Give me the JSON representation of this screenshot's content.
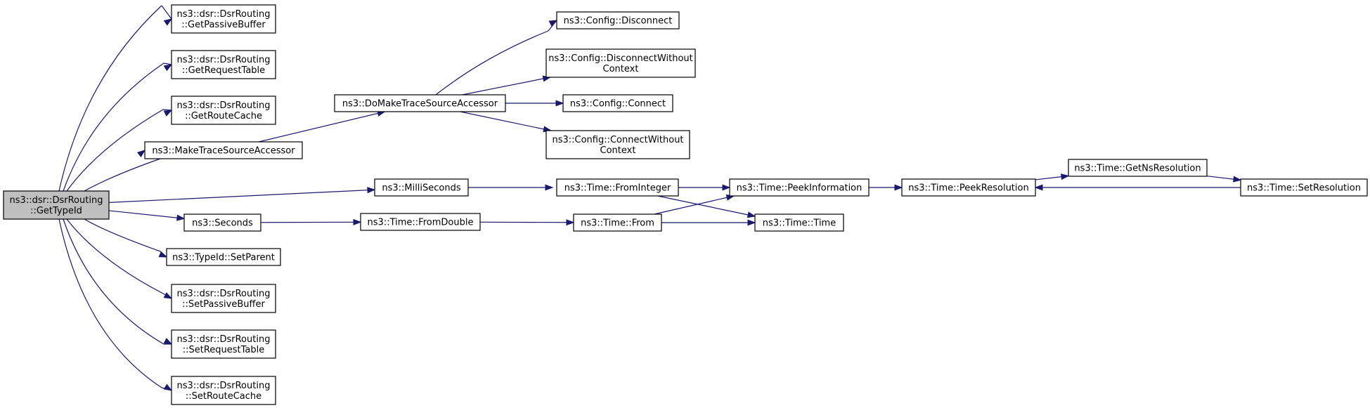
{
  "nodes": [
    {
      "id": "root",
      "lines": [
        "ns3::dsr::DsrRouting",
        "::GetTypeId"
      ],
      "root": true
    },
    {
      "id": "getPassiveBuffer",
      "lines": [
        "ns3::dsr::DsrRouting",
        "::GetPassiveBuffer"
      ]
    },
    {
      "id": "getRequestTable",
      "lines": [
        "ns3::dsr::DsrRouting",
        "::GetRequestTable"
      ]
    },
    {
      "id": "getRouteCache",
      "lines": [
        "ns3::dsr::DsrRouting",
        "::GetRouteCache"
      ]
    },
    {
      "id": "makeTraceSourceAccessor",
      "lines": [
        "ns3::MakeTraceSourceAccessor"
      ]
    },
    {
      "id": "milliSeconds",
      "lines": [
        "ns3::MilliSeconds"
      ]
    },
    {
      "id": "seconds",
      "lines": [
        "ns3::Seconds"
      ]
    },
    {
      "id": "setParent",
      "lines": [
        "ns3::TypeId::SetParent"
      ]
    },
    {
      "id": "setPassiveBuffer",
      "lines": [
        "ns3::dsr::DsrRouting",
        "::SetPassiveBuffer"
      ]
    },
    {
      "id": "setRequestTable",
      "lines": [
        "ns3::dsr::DsrRouting",
        "::SetRequestTable"
      ]
    },
    {
      "id": "setRouteCache",
      "lines": [
        "ns3::dsr::DsrRouting",
        "::SetRouteCache"
      ]
    },
    {
      "id": "doMakeTraceSourceAccessor",
      "lines": [
        "ns3::DoMakeTraceSourceAccessor"
      ]
    },
    {
      "id": "configDisconnect",
      "lines": [
        "ns3::Config::Disconnect"
      ]
    },
    {
      "id": "configDisconnectWithoutContext",
      "lines": [
        "ns3::Config::DisconnectWithout",
        "Context"
      ]
    },
    {
      "id": "configConnect",
      "lines": [
        "ns3::Config::Connect"
      ]
    },
    {
      "id": "configConnectWithoutContext",
      "lines": [
        "ns3::Config::ConnectWithout",
        "Context"
      ]
    },
    {
      "id": "timeFromInteger",
      "lines": [
        "ns3::Time::FromInteger"
      ]
    },
    {
      "id": "timeFromDouble",
      "lines": [
        "ns3::Time::FromDouble"
      ]
    },
    {
      "id": "timeFrom",
      "lines": [
        "ns3::Time::From"
      ]
    },
    {
      "id": "peekInformation",
      "lines": [
        "ns3::Time::PeekInformation"
      ]
    },
    {
      "id": "timeTime",
      "lines": [
        "ns3::Time::Time"
      ]
    },
    {
      "id": "peekResolution",
      "lines": [
        "ns3::Time::PeekResolution"
      ]
    },
    {
      "id": "getNsResolution",
      "lines": [
        "ns3::Time::GetNsResolution"
      ]
    },
    {
      "id": "setResolution",
      "lines": [
        "ns3::Time::SetResolution"
      ]
    }
  ],
  "edges": [
    {
      "from": "root",
      "to": "getPassiveBuffer"
    },
    {
      "from": "root",
      "to": "getRequestTable"
    },
    {
      "from": "root",
      "to": "getRouteCache"
    },
    {
      "from": "root",
      "to": "makeTraceSourceAccessor"
    },
    {
      "from": "root",
      "to": "milliSeconds"
    },
    {
      "from": "root",
      "to": "seconds"
    },
    {
      "from": "root",
      "to": "setParent"
    },
    {
      "from": "root",
      "to": "setPassiveBuffer"
    },
    {
      "from": "root",
      "to": "setRequestTable"
    },
    {
      "from": "root",
      "to": "setRouteCache"
    },
    {
      "from": "makeTraceSourceAccessor",
      "to": "doMakeTraceSourceAccessor"
    },
    {
      "from": "doMakeTraceSourceAccessor",
      "to": "configDisconnect"
    },
    {
      "from": "doMakeTraceSourceAccessor",
      "to": "configDisconnectWithoutContext"
    },
    {
      "from": "doMakeTraceSourceAccessor",
      "to": "configConnect"
    },
    {
      "from": "doMakeTraceSourceAccessor",
      "to": "configConnectWithoutContext"
    },
    {
      "from": "milliSeconds",
      "to": "timeFromInteger"
    },
    {
      "from": "seconds",
      "to": "timeFromDouble"
    },
    {
      "from": "timeFromInteger",
      "to": "peekInformation"
    },
    {
      "from": "timeFromInteger",
      "to": "timeTime"
    },
    {
      "from": "timeFromDouble",
      "to": "timeFrom"
    },
    {
      "from": "timeFrom",
      "to": "peekInformation"
    },
    {
      "from": "timeFrom",
      "to": "timeTime"
    },
    {
      "from": "peekInformation",
      "to": "peekResolution"
    },
    {
      "from": "peekResolution",
      "to": "getNsResolution"
    },
    {
      "from": "getNsResolution",
      "to": "setResolution"
    },
    {
      "from": "setResolution",
      "to": "peekResolution"
    }
  ]
}
